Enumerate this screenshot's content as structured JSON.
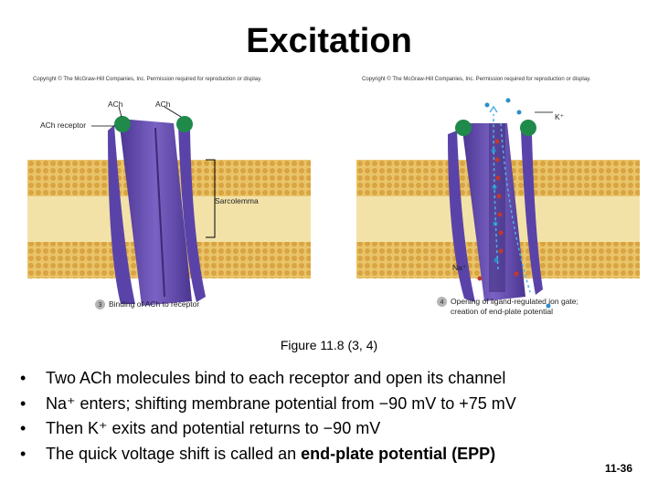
{
  "title": "Excitation",
  "copyright_left": "Copyright © The McGraw-Hill Companies, Inc. Permission required for reproduction or display.",
  "copyright_right": "Copyright © The McGraw-Hill Companies, Inc. Permission required for reproduction or display.",
  "left_panel": {
    "label_ach_1": "ACh",
    "label_ach_2": "ACh",
    "label_receptor": "ACh receptor",
    "label_sarcolemma": "Sarcolemma",
    "step_number": "3",
    "step_caption": "Binding of ACh to receptor"
  },
  "right_panel": {
    "label_k": "K⁺",
    "label_na": "Na⁺",
    "step_number": "4",
    "step_caption_line1": "Opening of ligand-regulated ion gate;",
    "step_caption_line2": "creation of end-plate potential"
  },
  "figure_caption": "Figure 11.8 (3, 4)",
  "bullets": [
    {
      "pre": "Two ACh molecules bind to each receptor and open its channel",
      "bold": ""
    },
    {
      "pre": "Na⁺ enters; shifting membrane potential from −90 mV to +75 mV",
      "bold": ""
    },
    {
      "pre": "Then K⁺ exits and potential returns to −90 mV",
      "bold": ""
    },
    {
      "pre": "The quick voltage shift is called an ",
      "bold": "end-plate potential (EPP)"
    }
  ],
  "bullet_marker": "•",
  "page_number": "11-36",
  "colors": {
    "membrane": "#d8a83a",
    "membrane_light": "#f1d48a",
    "receptor": "#6a4fb0",
    "receptor_dark": "#3e2b7a",
    "ach": "#1f8a4a",
    "na_ion": "#c0392b",
    "k_ion": "#2c8fc9",
    "arrow": "#4bb3e6"
  },
  "icons": {
    "left_illustration": "ach-receptor-closed-illustration",
    "right_illustration": "ach-receptor-open-channel-illustration"
  }
}
